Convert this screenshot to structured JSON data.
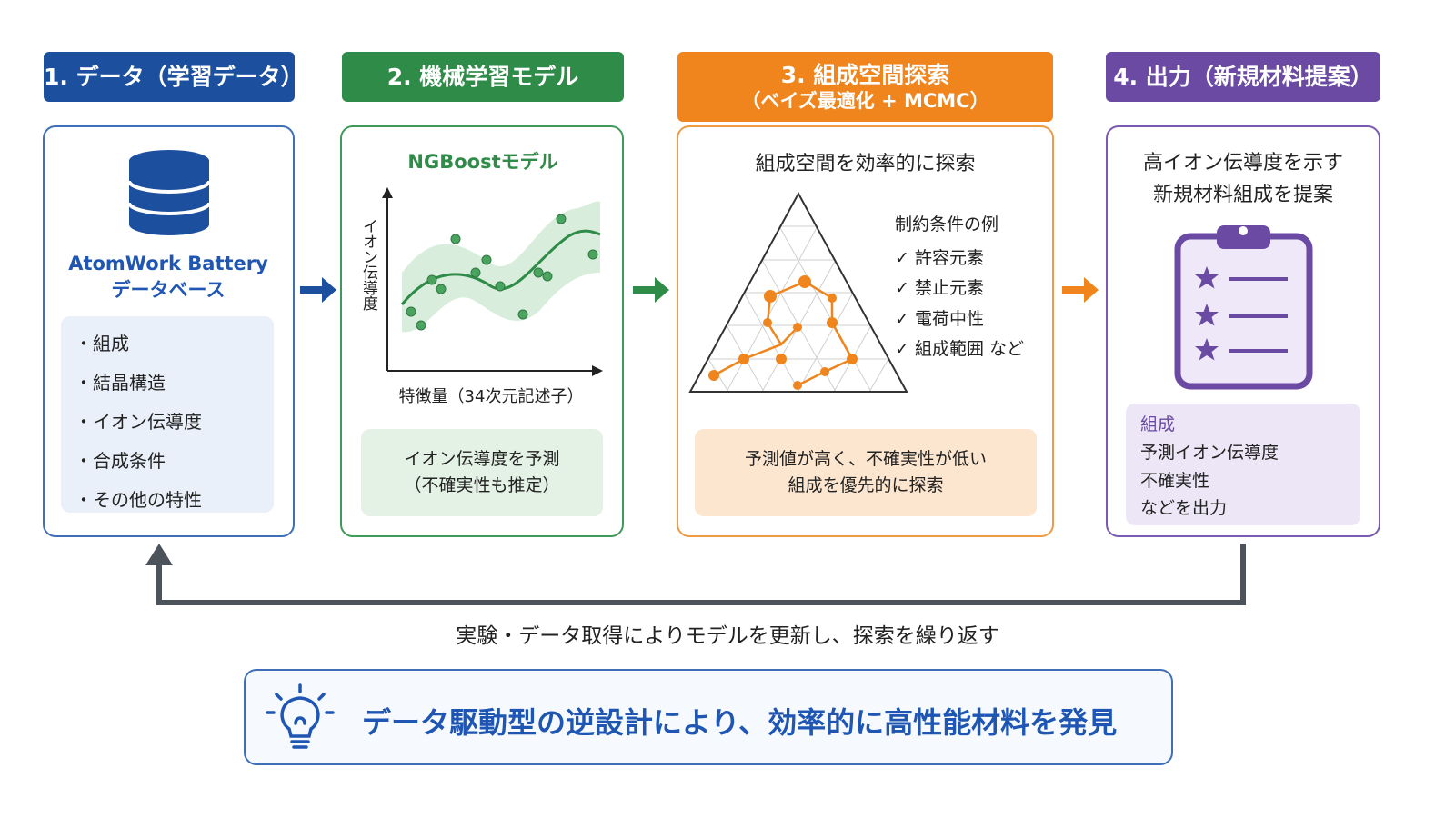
{
  "steps": [
    {
      "title": "1. データ（学習データ）",
      "color": "#1c4f9e"
    },
    {
      "title": "2. 機械学習モデル",
      "color": "#2e8b48"
    },
    {
      "title": "3. 組成空間探索",
      "subtitle": "（ベイズ最適化 + MCMC）",
      "color": "#ef851c"
    },
    {
      "title": "4. 出力（新規材料提案）",
      "color": "#6a4aa3"
    }
  ],
  "data_card": {
    "db_name_1": "AtomWork Battery",
    "db_name_2": "データベース",
    "items": [
      "・組成",
      "・結晶構造",
      "・イオン伝導度",
      "・合成条件",
      "・その他の特性"
    ]
  },
  "model_card": {
    "model_name": "NGBoostモデル",
    "ylabel": "イオン伝導度",
    "xlabel": "特徴量（34次元記述子）",
    "note_line1": "イオン伝導度を予測",
    "note_line2": "（不確実性も推定）"
  },
  "search_card": {
    "heading": "組成空間を効率的に探索",
    "constraints_title": "制約条件の例",
    "constraints": [
      "✓ 許容元素",
      "✓ 禁止元素",
      "✓ 電荷中性",
      "✓ 組成範囲 など"
    ],
    "note_line1": "予測値が高く、不確実性が低い",
    "note_line2": "組成を優先的に探索"
  },
  "output_card": {
    "heading_line1": "高イオン伝導度を示す",
    "heading_line2": "新規材料組成を提案",
    "items": [
      "組成",
      "予測イオン伝導度",
      "不確実性",
      "などを出力"
    ]
  },
  "loop_text": "実験・データ取得によりモデルを更新し、探索を繰り返す",
  "banner_text": "データ駆動型の逆設計により、効率的に高性能材料を発見",
  "icons": [
    "database-icon",
    "scatter-plot-icon",
    "ternary-diagram-icon",
    "clipboard-icon",
    "lightbulb-icon",
    "check-icon",
    "arrow-right-icon",
    "arrow-up-icon"
  ]
}
